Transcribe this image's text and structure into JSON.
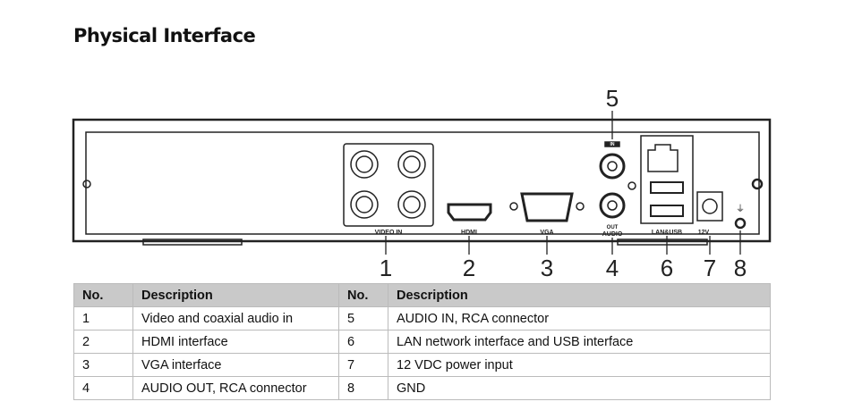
{
  "title": "Physical Interface",
  "panel_labels": {
    "video_in": "VIDEO IN",
    "hdmi": "HDMI",
    "vga": "VGA",
    "audio_in": "IN",
    "audio_out": "OUT",
    "audio": "AUDIO",
    "lan_usb": "LAN&USB",
    "power": "12V"
  },
  "callouts": [
    "1",
    "2",
    "3",
    "4",
    "5",
    "6",
    "7",
    "8"
  ],
  "table": {
    "headers": [
      "No.",
      "Description",
      "No.",
      "Description"
    ],
    "rows": [
      [
        "1",
        "Video and coaxial audio in",
        "5",
        "AUDIO IN, RCA connector"
      ],
      [
        "2",
        "HDMI interface",
        "6",
        "LAN network interface and USB interface"
      ],
      [
        "3",
        "VGA interface",
        "7",
        "12 VDC power input"
      ],
      [
        "4",
        "AUDIO OUT, RCA connector",
        "8",
        "GND"
      ]
    ]
  }
}
